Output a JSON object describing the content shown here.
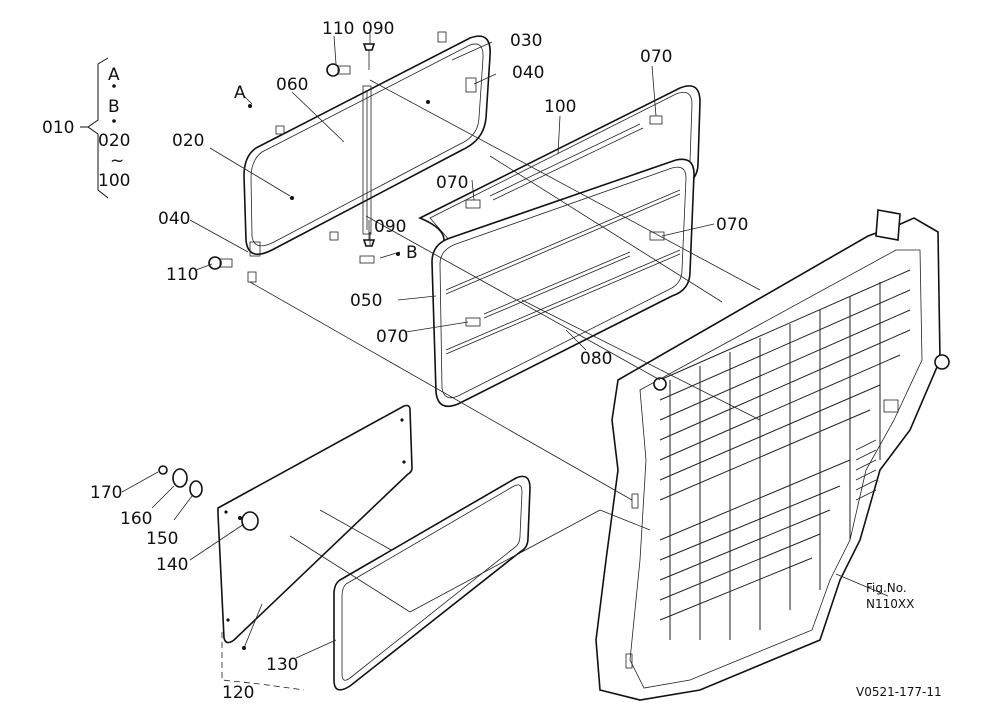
{
  "labels": {
    "l010": "010",
    "lA_top": "A",
    "lB_top": "B",
    "l020_top": "020",
    "ltilde": "~",
    "l100_top": "100",
    "l110a": "110",
    "l090a": "090",
    "l030": "030",
    "l040a": "040",
    "lA": "A",
    "l060": "060",
    "l020": "020",
    "l040b": "040",
    "l110b": "110",
    "l090b": "090",
    "lB": "B",
    "l070a": "070",
    "l100": "100",
    "l070b": "070",
    "l070c": "070",
    "l050": "050",
    "l070d": "070",
    "l080": "080",
    "l170": "170",
    "l160": "160",
    "l150": "150",
    "l140": "140",
    "l130": "130",
    "l120": "120",
    "fig_no_label": "Fig.No.",
    "fig_no_value": "N110XX",
    "drawing_code": "V0521-177-11"
  },
  "colors": {
    "ink": "#111111",
    "paper": "#ffffff"
  }
}
